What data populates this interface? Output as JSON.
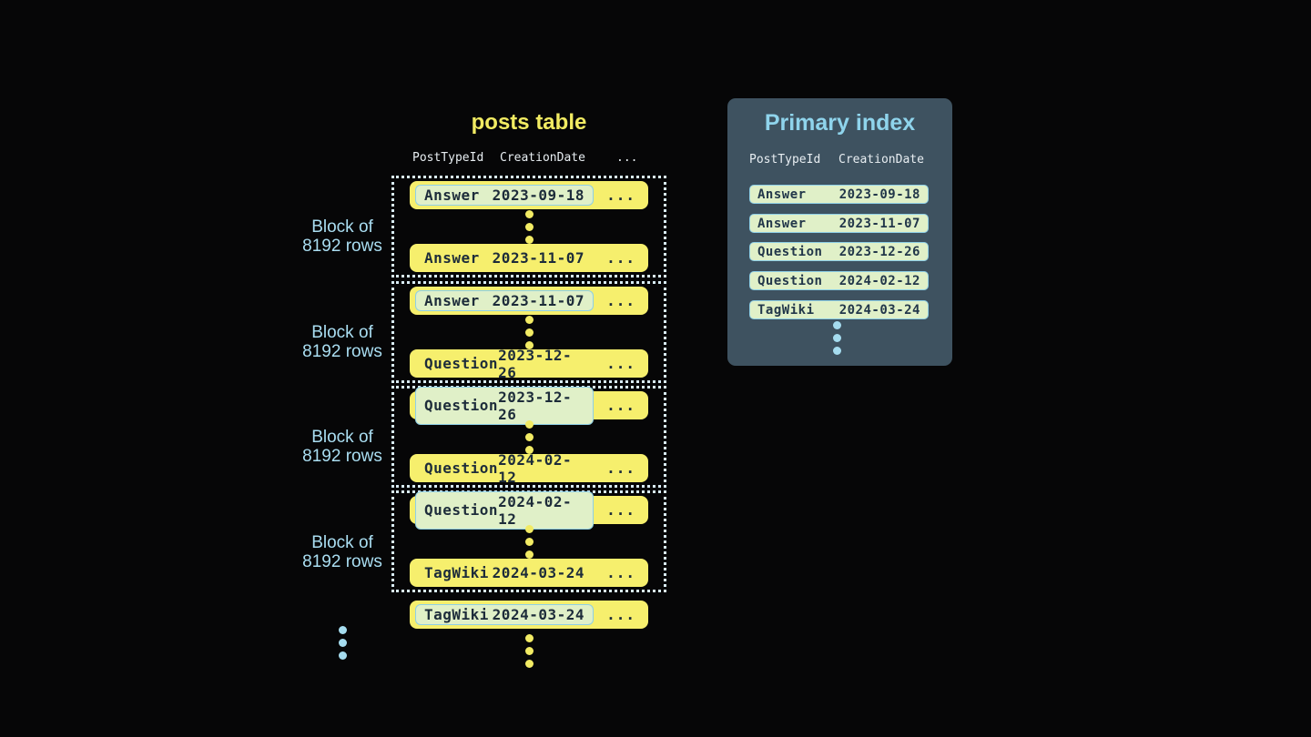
{
  "colors": {
    "background": "#060607",
    "row_yellow": "#f6ef6d",
    "accent_yellow": "#f1eb62",
    "row_text_dark": "#1d2c3a",
    "highlight_pill_green": "#e0f0c8",
    "highlight_pill_border_blue": "#8ecfe6",
    "label_light_blue": "#aadef2",
    "panel_background": "#3e5260",
    "panel_title_blue": "#8fd4ec",
    "header_text": "#e8eef2",
    "dotted_block_border": "#d9ecf6",
    "dot_blue": "#a5dcef"
  },
  "posts_table": {
    "title": "posts table",
    "columns": {
      "col1": "PostTypeId",
      "col2": "CreationDate",
      "col3": "..."
    },
    "row_ellipsis": "...",
    "blocks": [
      {
        "label_top": "Block of",
        "label_bottom": "8192 rows",
        "first": {
          "type": "Answer",
          "date": "2023-09-18"
        },
        "last": {
          "type": "Answer",
          "date": "2023-11-07"
        }
      },
      {
        "label_top": "Block of",
        "label_bottom": "8192 rows",
        "first": {
          "type": "Answer",
          "date": "2023-11-07"
        },
        "last": {
          "type": "Question",
          "date": "2023-12-26"
        }
      },
      {
        "label_top": "Block of",
        "label_bottom": "8192 rows",
        "first": {
          "type": "Question",
          "date": "2023-12-26"
        },
        "last": {
          "type": "Question",
          "date": "2024-02-12"
        }
      },
      {
        "label_top": "Block of",
        "label_bottom": "8192 rows",
        "first": {
          "type": "Question",
          "date": "2024-02-12"
        },
        "last": {
          "type": "TagWiki",
          "date": "2024-03-24"
        }
      }
    ],
    "overflow_row": {
      "type": "TagWiki",
      "date": "2024-03-24"
    }
  },
  "primary_index": {
    "title": "Primary index",
    "columns": {
      "col1": "PostTypeId",
      "col2": "CreationDate"
    },
    "rows": [
      {
        "type": "Answer",
        "date": "2023-09-18"
      },
      {
        "type": "Answer",
        "date": "2023-11-07"
      },
      {
        "type": "Question",
        "date": "2023-12-26"
      },
      {
        "type": "Question",
        "date": "2024-02-12"
      },
      {
        "type": "TagWiki",
        "date": "2024-03-24"
      }
    ]
  }
}
